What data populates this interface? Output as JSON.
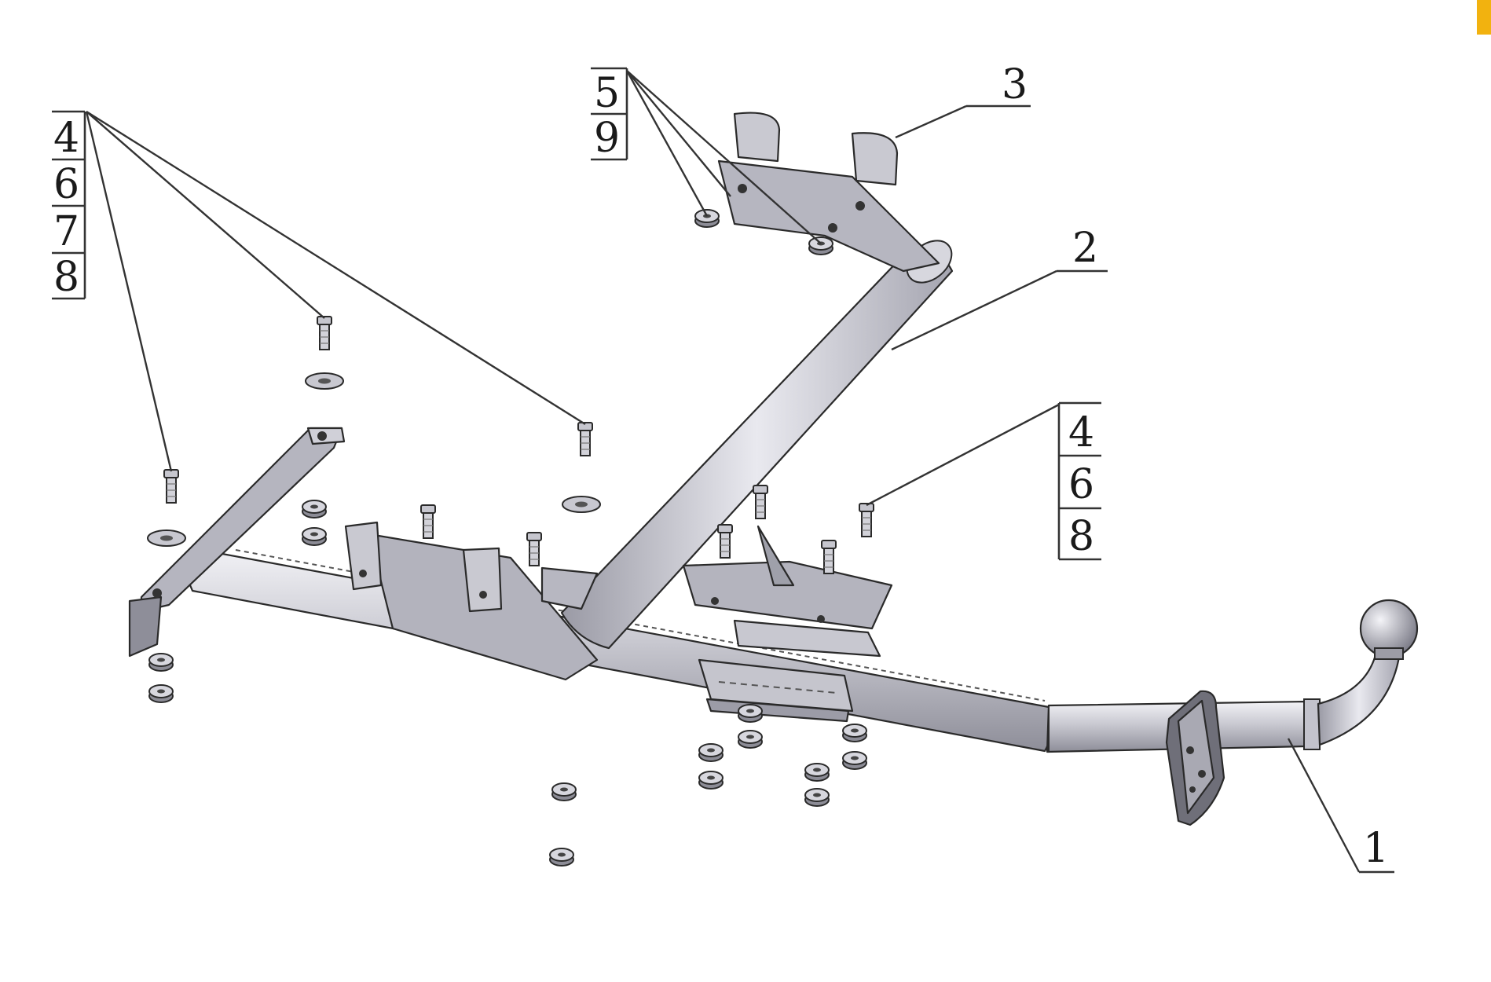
{
  "colors": {
    "background": "#ffffff",
    "metal_light": "#dcdce2",
    "metal_mid": "#b9b9c2",
    "metal_dark": "#8d8d98",
    "ink": "#1a1a1a",
    "corner_marker": "#f2b20f"
  },
  "callouts": {
    "c1": "1",
    "c2": "2",
    "c3": "3",
    "stack_left": [
      "4",
      "6",
      "7",
      "8"
    ],
    "stack_top": [
      "5",
      "9"
    ],
    "stack_right": [
      "4",
      "6",
      "8"
    ]
  }
}
